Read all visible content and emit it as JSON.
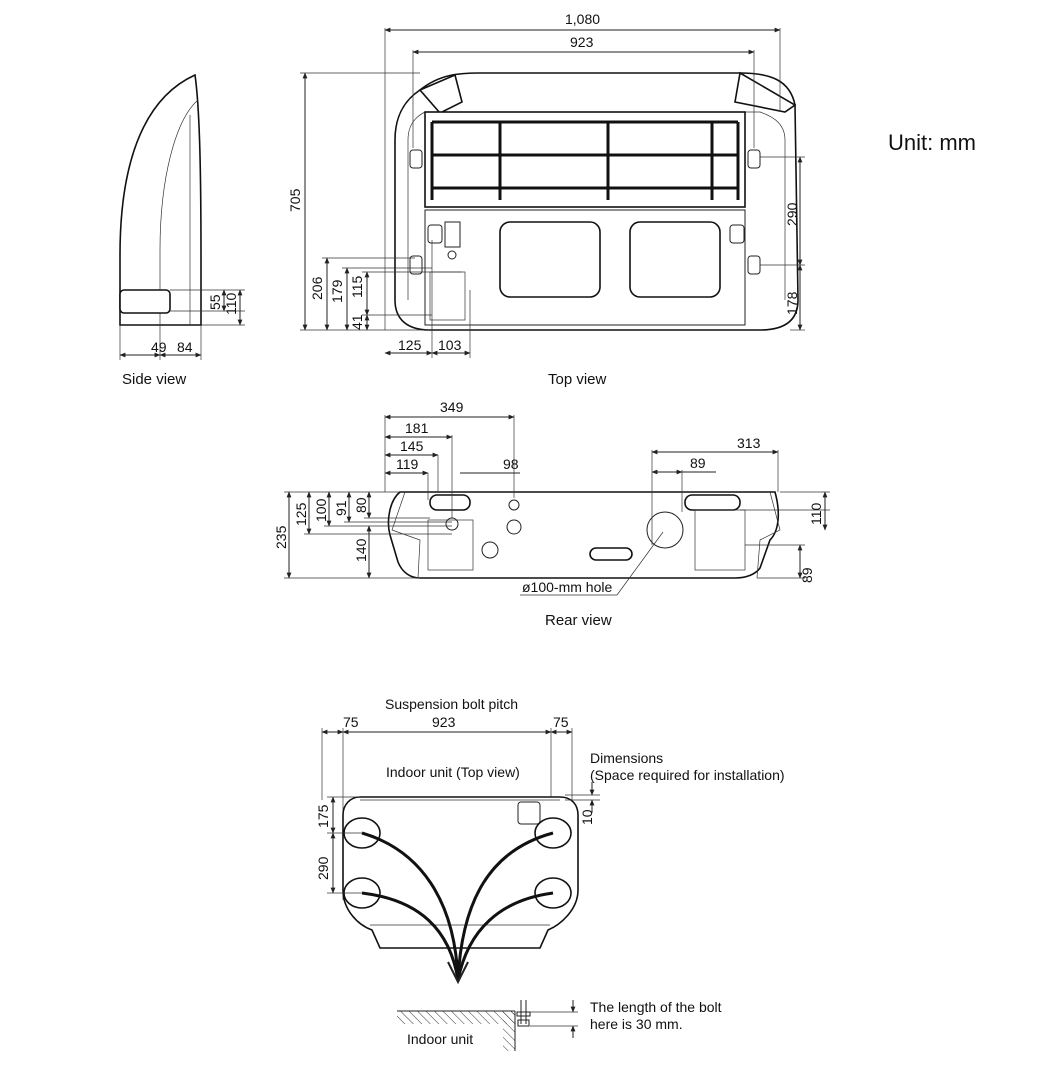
{
  "unit_label": "Unit: mm",
  "side_view": {
    "caption": "Side view",
    "dims": {
      "h55": "55",
      "h110": "110",
      "w49": "49",
      "w84": "84"
    }
  },
  "top_view": {
    "caption": "Top view",
    "dims": {
      "w1080": "1,080",
      "w923": "923",
      "h705": "705",
      "h206": "206",
      "h179": "179",
      "h115": "115",
      "h41": "41",
      "w125": "125",
      "w103": "103",
      "h290": "290",
      "h178": "178"
    }
  },
  "rear_view": {
    "caption": "Rear view",
    "hole_label": "ø100-mm hole",
    "dims": {
      "w349": "349",
      "w181": "181",
      "w145": "145",
      "w119": "119",
      "w98": "98",
      "w313": "313",
      "w89": "89",
      "h235": "235",
      "h125": "125",
      "h100": "100",
      "h91": "91",
      "h80": "80",
      "h140": "140",
      "h110": "110",
      "h89": "89"
    }
  },
  "suspension": {
    "title": "Suspension bolt pitch",
    "indoor_unit_top": "Indoor unit (Top view)",
    "dimensions_label": "Dimensions",
    "space_label": "(Space required for installation)",
    "dims": {
      "w75a": "75",
      "w923": "923",
      "w75b": "75",
      "h175": "175",
      "h290": "290",
      "h10": "10"
    },
    "indoor_unit": "Indoor unit",
    "bolt_note_1": "The length of the bolt",
    "bolt_note_2": "here is 30 mm."
  }
}
